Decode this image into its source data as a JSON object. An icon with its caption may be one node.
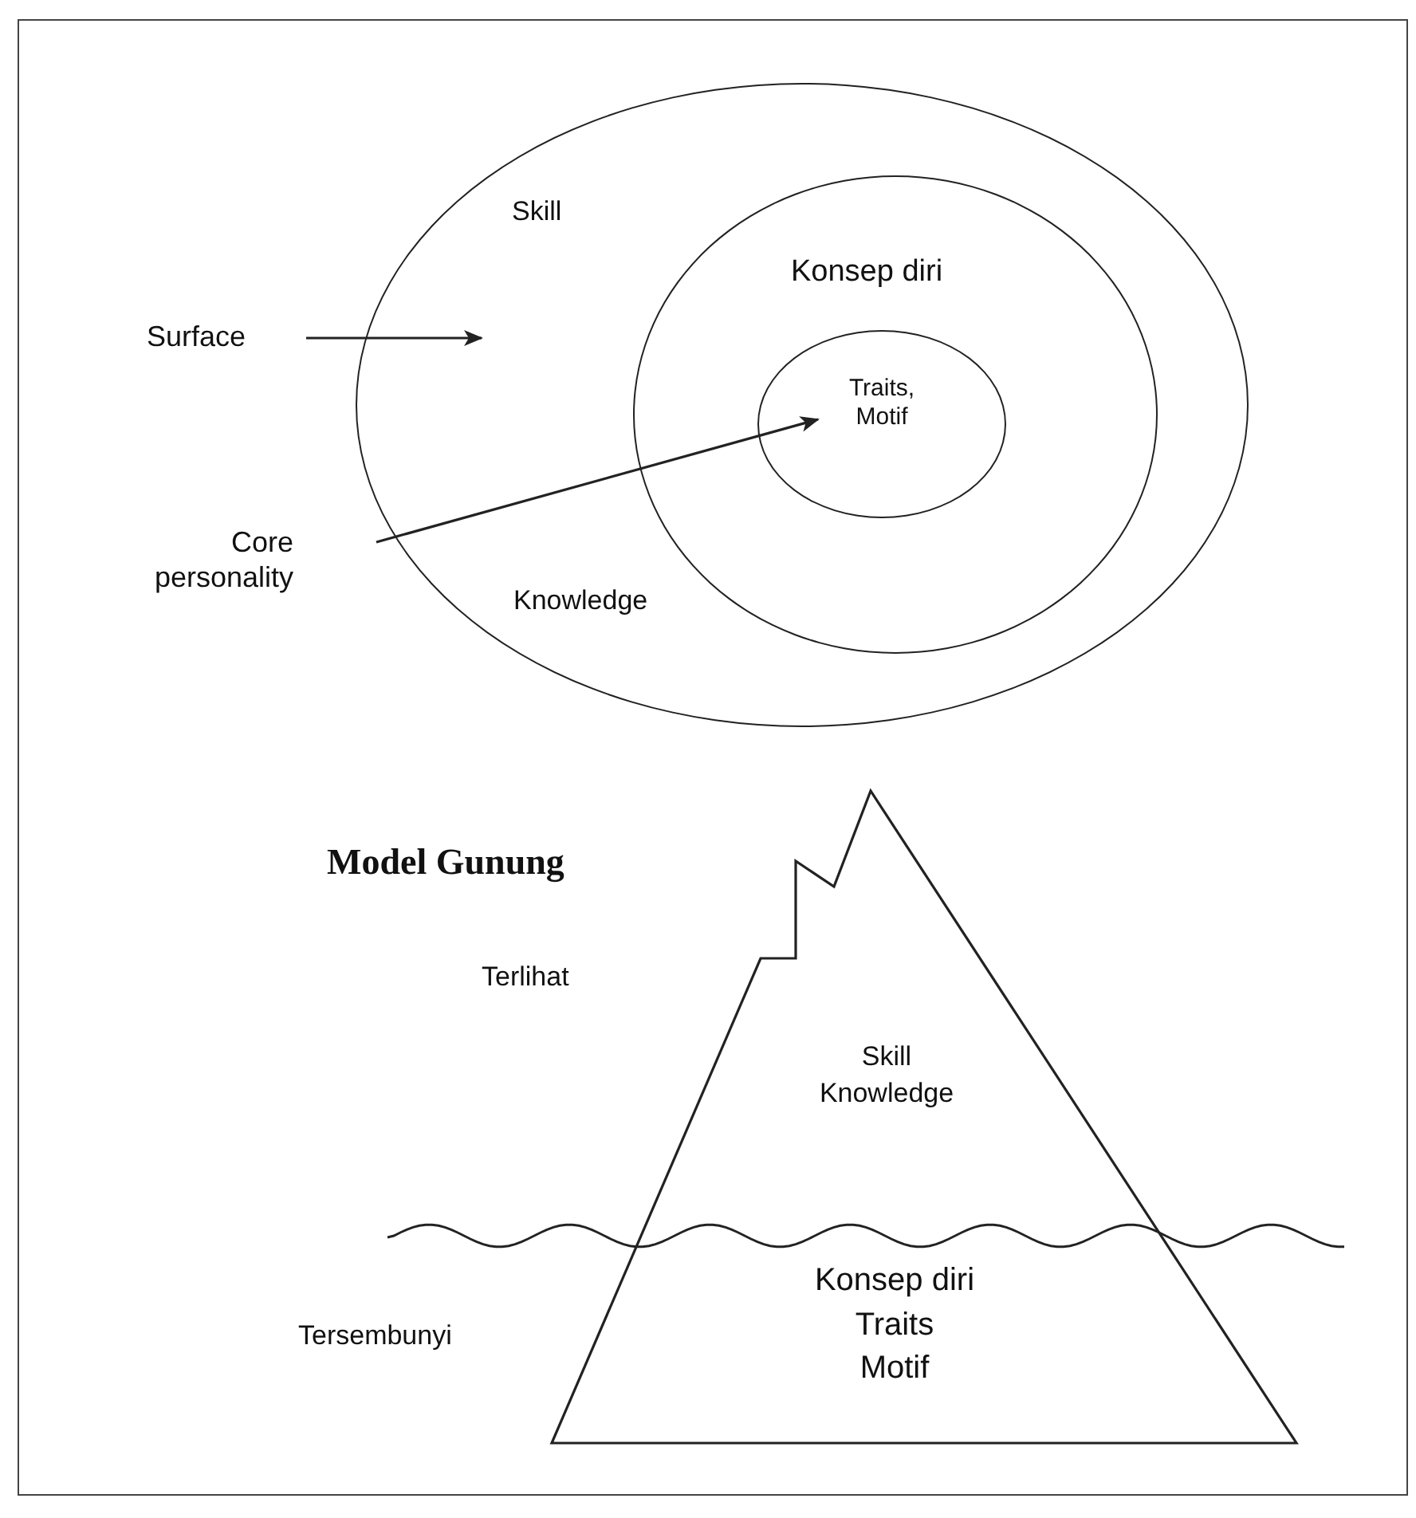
{
  "diagram": {
    "title": "Model Gunung",
    "nodes": [
      {
        "text": [
          "Skill",
          "Knowledge"
        ]
      },
      {
        "text": [
          "Konsep diri"
        ],
        "in": 0
      },
      {
        "text": [
          "Traits, Motif"
        ],
        "in": 1
      },
      {
        "text": [
          "Surface"
        ]
      },
      {
        "text": [
          "Core personality"
        ]
      },
      {
        "text": [
          "Skill Knowledge",
          "Konsep diri",
          "Traits Motif"
        ]
      }
    ],
    "edges": [
      {
        "from": 3,
        "to": null,
        "arrow": "to"
      },
      {
        "from": 4,
        "to": 2,
        "arrow": "to"
      }
    ],
    "labels": [
      "Terlihat",
      "Tersembunyi"
    ]
  }
}
